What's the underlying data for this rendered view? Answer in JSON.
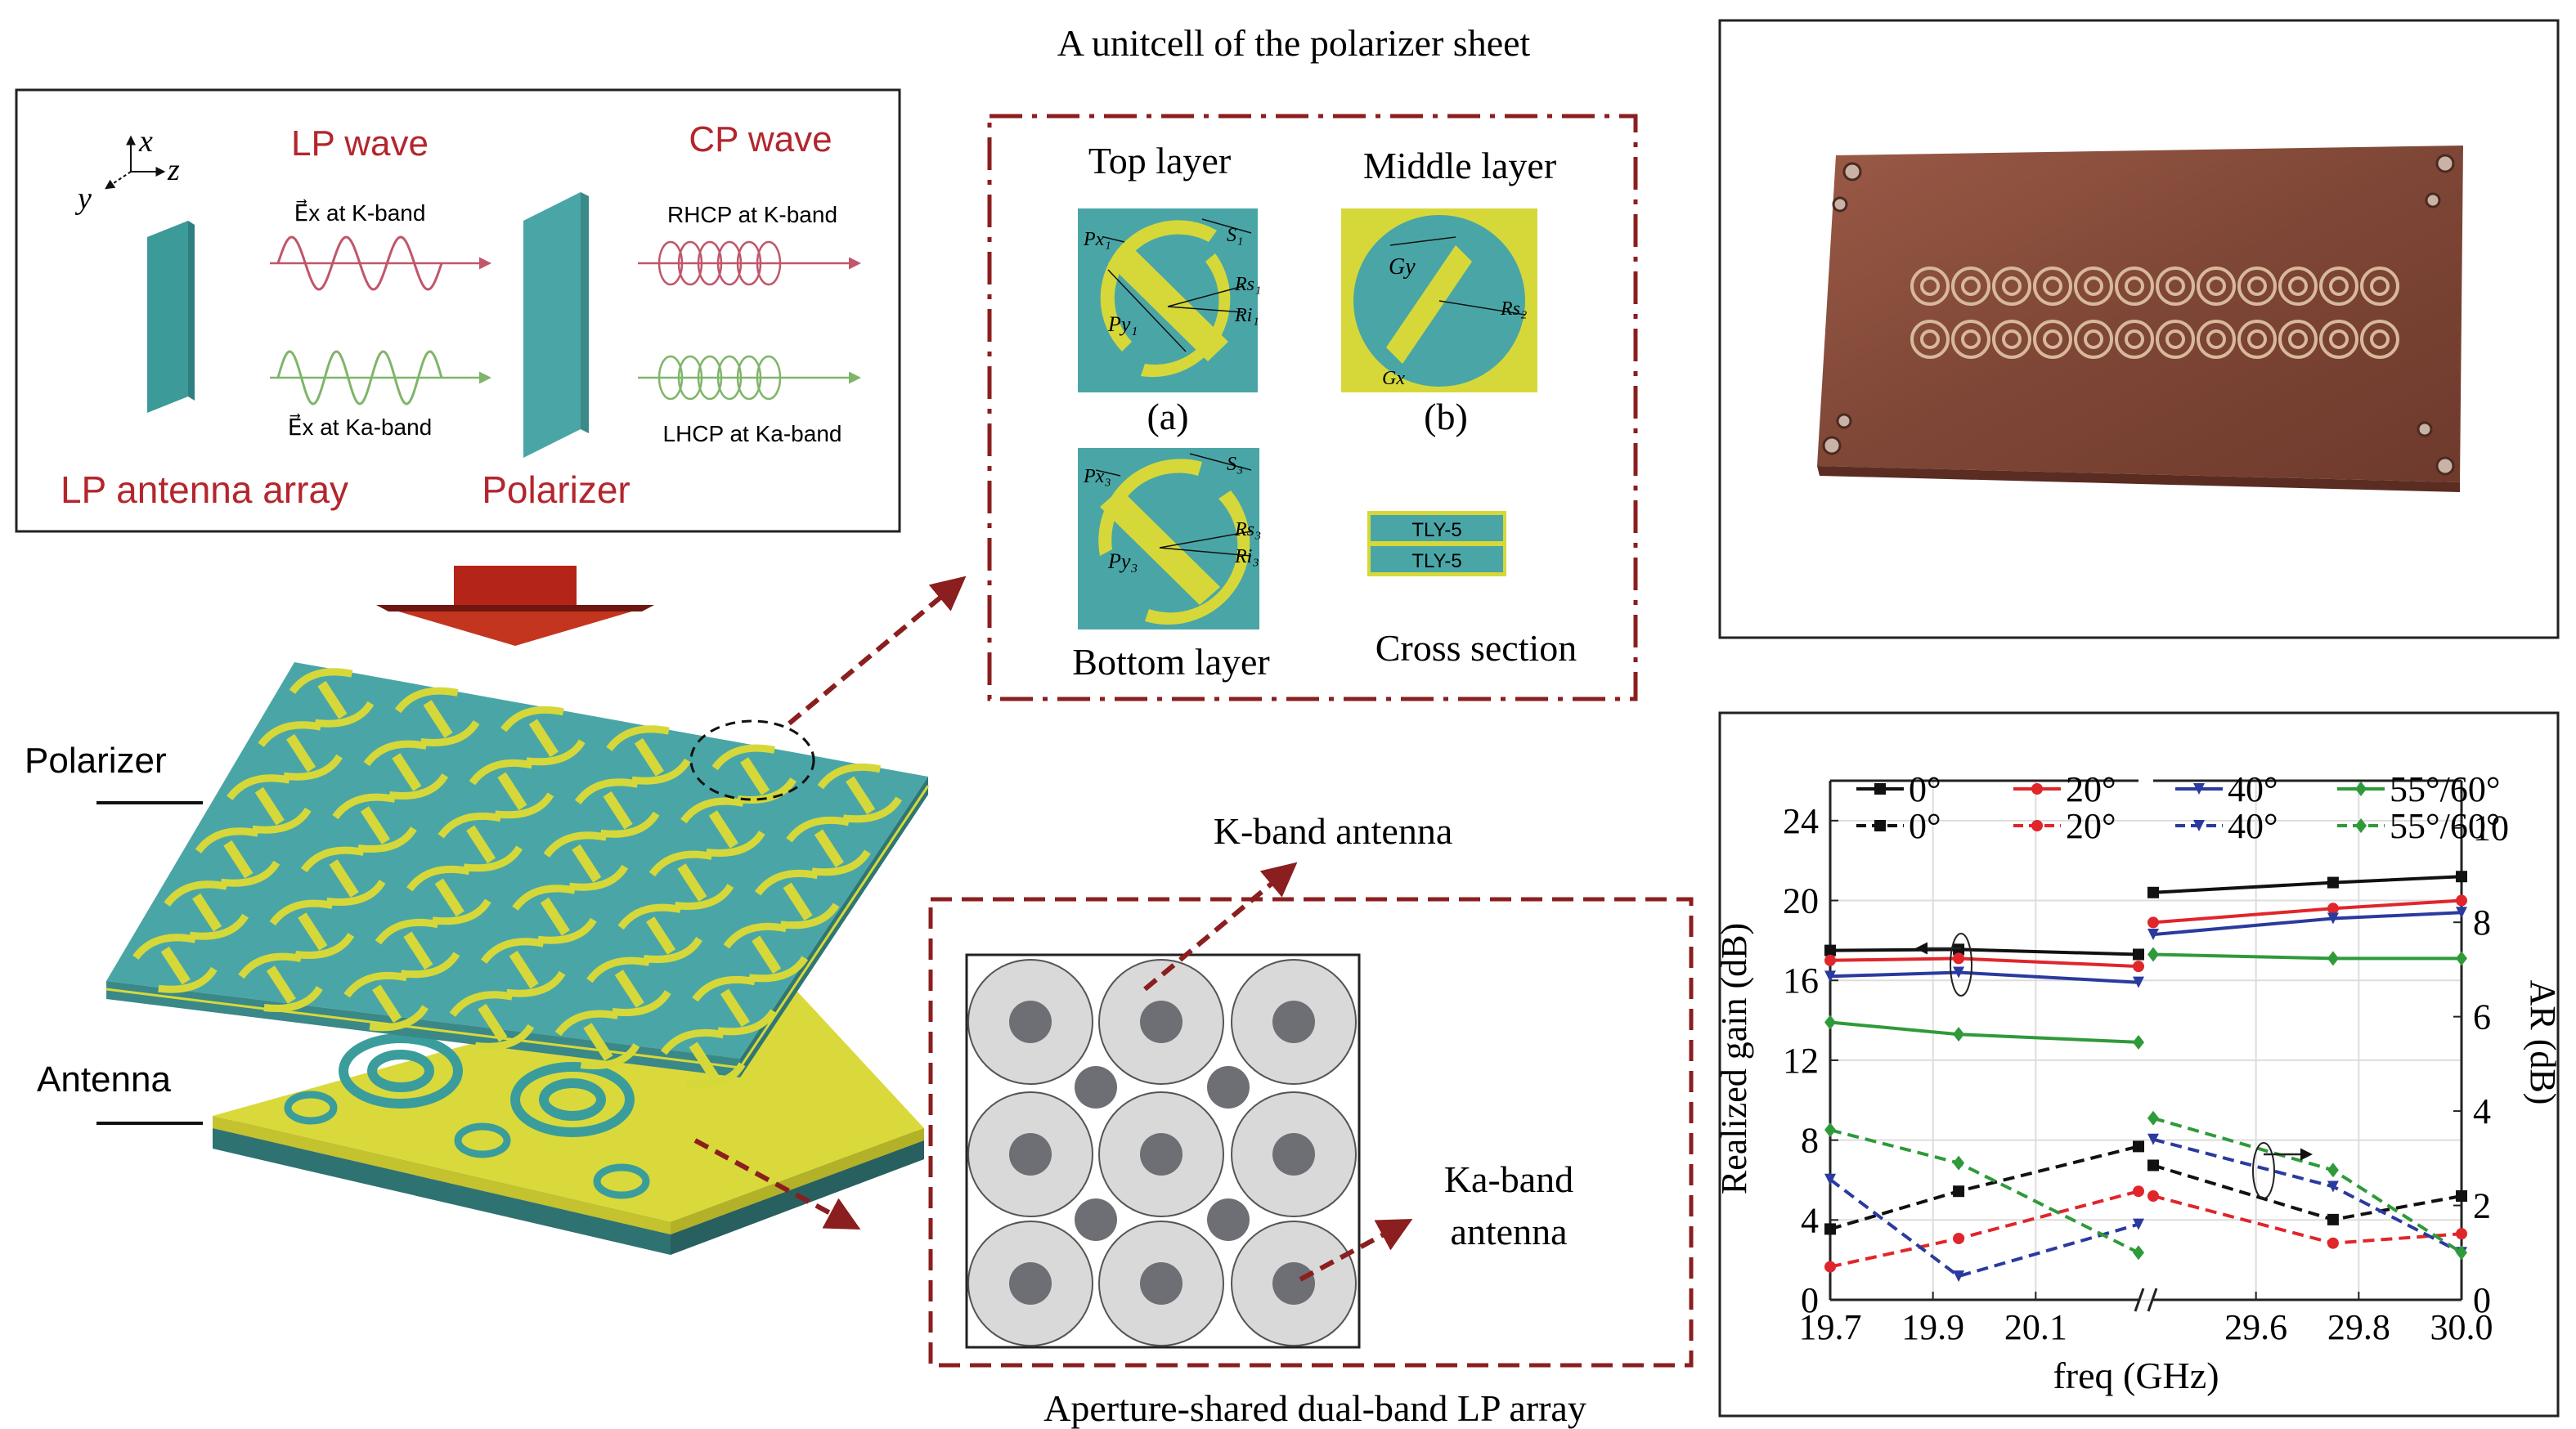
{
  "propagation_panel": {
    "axis_x": "x",
    "axis_y": "y",
    "axis_z": "z",
    "lp_wave_title": "LP wave",
    "cp_wave_title": "CP wave",
    "ex_k_label": "E⃗x at K-band",
    "ex_ka_label": "E⃗x at Ka-band",
    "rhcp_label": "RHCP at K-band",
    "lhcp_label": "LHCP at Ka-band",
    "lp_array_label": "LP antenna array",
    "polarizer_label": "Polarizer"
  },
  "stack_labels": {
    "polarizer": "Polarizer",
    "antenna": "Antenna"
  },
  "unitcell": {
    "title": "A unitcell of the polarizer sheet",
    "top_layer": "Top layer",
    "middle_layer": "Middle layer",
    "bottom_layer": "Bottom layer",
    "cross_section": "Cross section",
    "label_a": "(a)",
    "label_b": "(b)",
    "tly_top": "TLY-5",
    "tly_bottom": "TLY-5",
    "dims_top": {
      "px": "Px₁",
      "s": "S₁",
      "py": "Py₁",
      "rs": "Rs₁",
      "ri": "Ri₁"
    },
    "dims_middle": {
      "gy": "Gy",
      "gx": "Gx",
      "rs": "Rs₂"
    },
    "dims_bottom": {
      "px": "Px₃",
      "s": "S₃",
      "py": "Py₃",
      "rs": "Rs₃",
      "ri": "Ri₃"
    }
  },
  "array_panel": {
    "k_band_label": "K-band antenna",
    "ka_band_label_1": "Ka-band",
    "ka_band_label_2": "antenna",
    "caption": "Aperture-shared dual-band LP array"
  },
  "colors": {
    "teal": "#4aa6a6",
    "yellow": "#d6d83a",
    "dark_red": "#8b1e1e",
    "series_0": "#111111",
    "series_20": "#e0262b",
    "series_40": "#2a3a9e",
    "series_55": "#2f9a3a"
  },
  "chart_data": {
    "type": "line",
    "xlabel": "freq (GHz)",
    "ylabel_left": "Realized gain (dB)",
    "ylabel_right": "AR (dB)",
    "x_segments": [
      {
        "range": [
          19.7,
          20.3
        ],
        "ticks": [
          "19.7",
          "19.9",
          "20.1"
        ]
      },
      {
        "range": [
          29.4,
          30.0
        ],
        "ticks": [
          "29.6",
          "29.8",
          "30.0"
        ]
      }
    ],
    "ylim_left": [
      0,
      26
    ],
    "yticks_left": [
      "0",
      "4",
      "8",
      "12",
      "16",
      "20",
      "24"
    ],
    "ylim_right": [
      0,
      11
    ],
    "yticks_right": [
      "0",
      "2",
      "4",
      "6",
      "8",
      "10"
    ],
    "grid": true,
    "legend_position": "top",
    "gain_series": [
      {
        "name": "0°",
        "color": "#111111",
        "marker": "square",
        "seg1": [
          [
            19.7,
            17.5
          ],
          [
            19.95,
            17.55
          ],
          [
            20.3,
            17.3
          ]
        ],
        "seg2": [
          [
            29.4,
            20.4
          ],
          [
            29.75,
            20.9
          ],
          [
            30.0,
            21.2
          ]
        ]
      },
      {
        "name": "20°",
        "color": "#e0262b",
        "marker": "circle",
        "seg1": [
          [
            19.7,
            17.0
          ],
          [
            19.95,
            17.1
          ],
          [
            20.3,
            16.7
          ]
        ],
        "seg2": [
          [
            29.4,
            18.9
          ],
          [
            29.75,
            19.6
          ],
          [
            30.0,
            20.0
          ]
        ]
      },
      {
        "name": "40°",
        "color": "#2a3a9e",
        "marker": "triangle",
        "seg1": [
          [
            19.7,
            16.2
          ],
          [
            19.95,
            16.4
          ],
          [
            20.3,
            15.9
          ]
        ],
        "seg2": [
          [
            29.4,
            18.3
          ],
          [
            29.75,
            19.1
          ],
          [
            30.0,
            19.4
          ]
        ]
      },
      {
        "name": "55°/60°",
        "color": "#2f9a3a",
        "marker": "diamond",
        "seg1": [
          [
            19.7,
            13.9
          ],
          [
            19.95,
            13.3
          ],
          [
            20.3,
            12.9
          ]
        ],
        "seg2": [
          [
            29.4,
            17.3
          ],
          [
            29.75,
            17.1
          ],
          [
            30.0,
            17.1
          ]
        ]
      }
    ],
    "ar_series": [
      {
        "name": "0°",
        "color": "#111111",
        "marker": "square",
        "seg1": [
          [
            19.7,
            1.5
          ],
          [
            19.95,
            2.3
          ],
          [
            20.3,
            3.25
          ]
        ],
        "seg2": [
          [
            29.4,
            2.85
          ],
          [
            29.75,
            1.7
          ],
          [
            30.0,
            2.2
          ]
        ]
      },
      {
        "name": "20°",
        "color": "#e0262b",
        "marker": "circle",
        "seg1": [
          [
            19.7,
            0.7
          ],
          [
            19.95,
            1.3
          ],
          [
            20.3,
            2.3
          ]
        ],
        "seg2": [
          [
            29.4,
            2.2
          ],
          [
            29.75,
            1.2
          ],
          [
            30.0,
            1.4
          ]
        ]
      },
      {
        "name": "40°",
        "color": "#2a3a9e",
        "marker": "triangle",
        "seg1": [
          [
            19.7,
            2.55
          ],
          [
            19.95,
            0.5
          ],
          [
            20.3,
            1.6
          ]
        ],
        "seg2": [
          [
            29.4,
            3.4
          ],
          [
            29.75,
            2.4
          ],
          [
            30.0,
            1.0
          ]
        ]
      },
      {
        "name": "55°/60°",
        "color": "#2f9a3a",
        "marker": "diamond",
        "seg1": [
          [
            19.7,
            3.6
          ],
          [
            19.95,
            2.9
          ],
          [
            20.3,
            1.0
          ]
        ],
        "seg2": [
          [
            29.4,
            3.85
          ],
          [
            29.75,
            2.75
          ],
          [
            30.0,
            1.0
          ]
        ]
      }
    ]
  }
}
